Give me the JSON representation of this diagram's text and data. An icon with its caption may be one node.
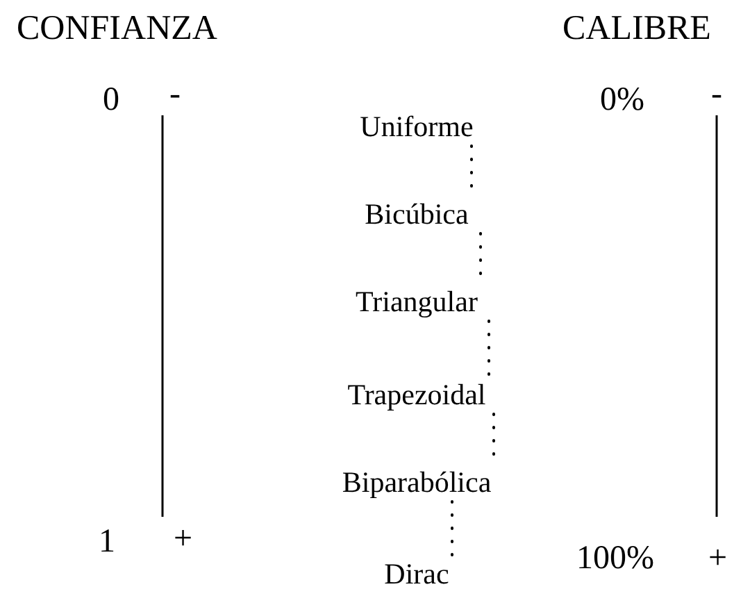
{
  "diagram": {
    "nodes": [
      {
        "text": [
          "Uniforme"
        ]
      },
      {
        "text": [
          "Bicúbica"
        ]
      },
      {
        "text": [
          "Triangular"
        ]
      },
      {
        "text": [
          "Trapezoidal"
        ]
      },
      {
        "text": [
          "Biparabólica"
        ]
      },
      {
        "text": [
          "Dirac"
        ]
      }
    ],
    "edges": [
      {
        "from": 0,
        "to": 1,
        "arrow": "none",
        "style": "dashed"
      },
      {
        "from": 1,
        "to": 2,
        "arrow": "none",
        "style": "dashed"
      },
      {
        "from": 2,
        "to": 3,
        "arrow": "none",
        "style": "dashed"
      },
      {
        "from": 3,
        "to": 4,
        "arrow": "none",
        "style": "dashed"
      },
      {
        "from": 4,
        "to": 5,
        "arrow": "none",
        "style": "dashed"
      }
    ],
    "labels": [
      "CONFIANZA",
      "CALIBRE",
      "0",
      "-",
      "0%",
      "-",
      "1",
      "+",
      "100%",
      "+"
    ]
  }
}
